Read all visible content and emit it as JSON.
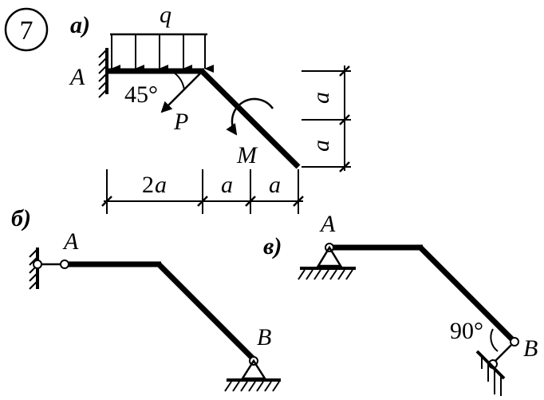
{
  "problem_number": "7",
  "panels": {
    "a": {
      "label": "а)",
      "load_q": "q",
      "support_a": "A",
      "angle": "45°",
      "force_p": "P",
      "moment_m": "M",
      "dim_2a": "2",
      "dim_a": "a"
    },
    "b": {
      "label": "б)",
      "point_a": "A",
      "point_b": "B"
    },
    "v": {
      "label": "в)",
      "point_a": "A",
      "point_b": "B",
      "angle": "90°"
    }
  }
}
